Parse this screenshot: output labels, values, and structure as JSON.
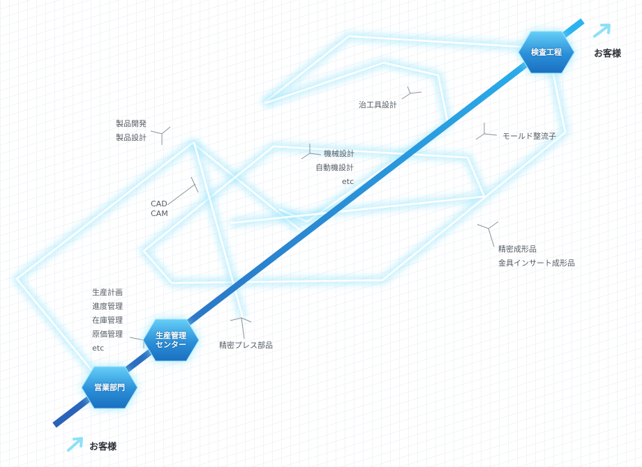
{
  "nodes": {
    "sales": "営業部門",
    "production_center": [
      "生産管理",
      "センター"
    ],
    "inspection": "検査工程"
  },
  "customer": {
    "start": "お客様",
    "end": "お客様"
  },
  "labels": {
    "product_dev": [
      "製品開発",
      "製品設計"
    ],
    "cad_cam": [
      "CAD",
      "CAM"
    ],
    "production_mgmt": [
      "生産計画",
      "進度管理",
      "在庫管理",
      "原価管理",
      "etc"
    ],
    "precision_press": "精密プレス部品",
    "jig_design": "治工具設計",
    "machine_design": [
      "機械設計",
      "自動機設計",
      "etc"
    ],
    "mold": "モールド整流子",
    "molded_products": [
      "精密成形品",
      "金具インサート成形品"
    ]
  },
  "colors": {
    "axis_start": "#2a62b8",
    "axis_end": "#2ab4ef",
    "glow": "#8fe4fb",
    "grid": "#e6e9ee",
    "hex_light": "#5ec8f6",
    "hex_dark": "#1a6fc0"
  },
  "icons": {
    "arrow": "arrow-up-right-icon"
  }
}
